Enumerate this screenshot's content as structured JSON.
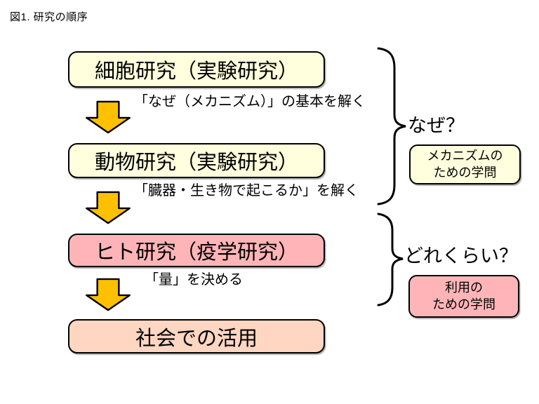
{
  "title": "図1. 研究の順序",
  "flow": {
    "boxes": [
      {
        "label": "細胞研究（実験研究）",
        "fill": "#FFFFDE"
      },
      {
        "label": "動物研究（実験研究）",
        "fill": "#FFFFDE"
      },
      {
        "label": "ヒト研究（疫学研究）",
        "fill": "#FFB5B8"
      },
      {
        "label": "社会での活用",
        "fill": "#FFD6C2"
      }
    ],
    "steps": [
      {
        "label": "「なぜ（メカニズム）」の基本を解く"
      },
      {
        "label": "「臓器・生き物で起こるか」を解く"
      },
      {
        "label": "「量」を決める"
      }
    ]
  },
  "annotations": [
    {
      "question": "なぜ？",
      "note": [
        "メカニズムの",
        "ための学問"
      ],
      "note_fill": "#FFFFDE"
    },
    {
      "question": "どれくらい？",
      "note": [
        "利用の",
        "ための学問"
      ],
      "note_fill": "#FFB5B8"
    }
  ],
  "colors": {
    "arrow": "#FFC000",
    "outline": "#000000",
    "background": "#FFFFFF"
  }
}
